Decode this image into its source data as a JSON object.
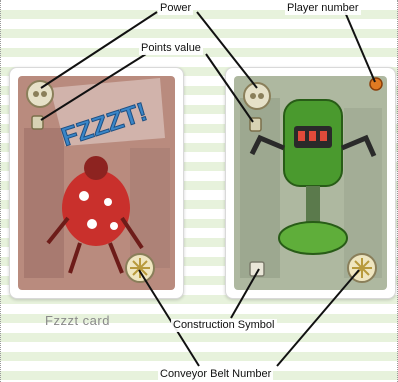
{
  "labels": {
    "power": "Power",
    "player_number": "Player number",
    "points_value": "Points value",
    "construction_symbol": "Construction Symbol",
    "conveyor_belt_number": "Conveyor Belt Number"
  },
  "cards": {
    "left": {
      "caption": "Fzzzt card",
      "sound_text": "FZZZT!"
    },
    "right": {}
  },
  "colors": {
    "stripe": "#e7f2dc",
    "fzzzt_blue": "#3a86c8",
    "robot_red": "#c9302c",
    "robot_green": "#4a9a2e",
    "player_orange": "#e07a22"
  }
}
